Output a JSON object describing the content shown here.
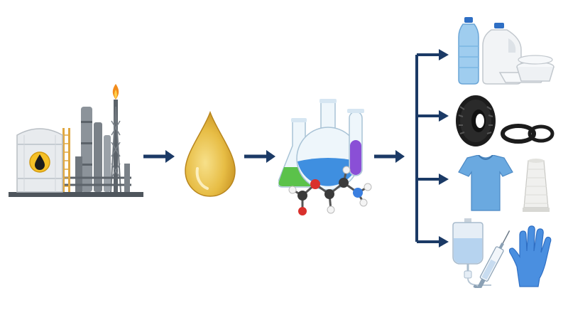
{
  "colors": {
    "arrow": "#1b3a66",
    "oil": "#d8a42c",
    "oil_light": "#f7e08a",
    "tank": "#e8ebee",
    "metal": "#8c939a",
    "metal_dark": "#4e555c",
    "flame": "#f28c1c",
    "liquid_green": "#5bc24a",
    "liquid_blue": "#3f8fe0",
    "liquid_purple": "#8a4fd6",
    "bottle_blue": "#9fcdef",
    "rubber": "#1c1c1c",
    "shirt": "#6aa9e0",
    "glove": "#4a8fe0"
  },
  "diagram": {
    "stages": [
      {
        "id": "refinery",
        "icon": "oil-refinery-icon"
      },
      {
        "id": "crude_oil",
        "icon": "oil-drop-icon"
      },
      {
        "id": "chemicals",
        "icon": "lab-flasks-molecule-icon"
      }
    ],
    "products": [
      {
        "id": "plastics",
        "icon": "plastic-bottles-containers-icon"
      },
      {
        "id": "rubber",
        "icon": "tire-and-rings-icon"
      },
      {
        "id": "textiles",
        "icon": "shirt-and-yarn-icon"
      },
      {
        "id": "medical",
        "icon": "iv-bag-syringe-glove-icon"
      }
    ]
  }
}
